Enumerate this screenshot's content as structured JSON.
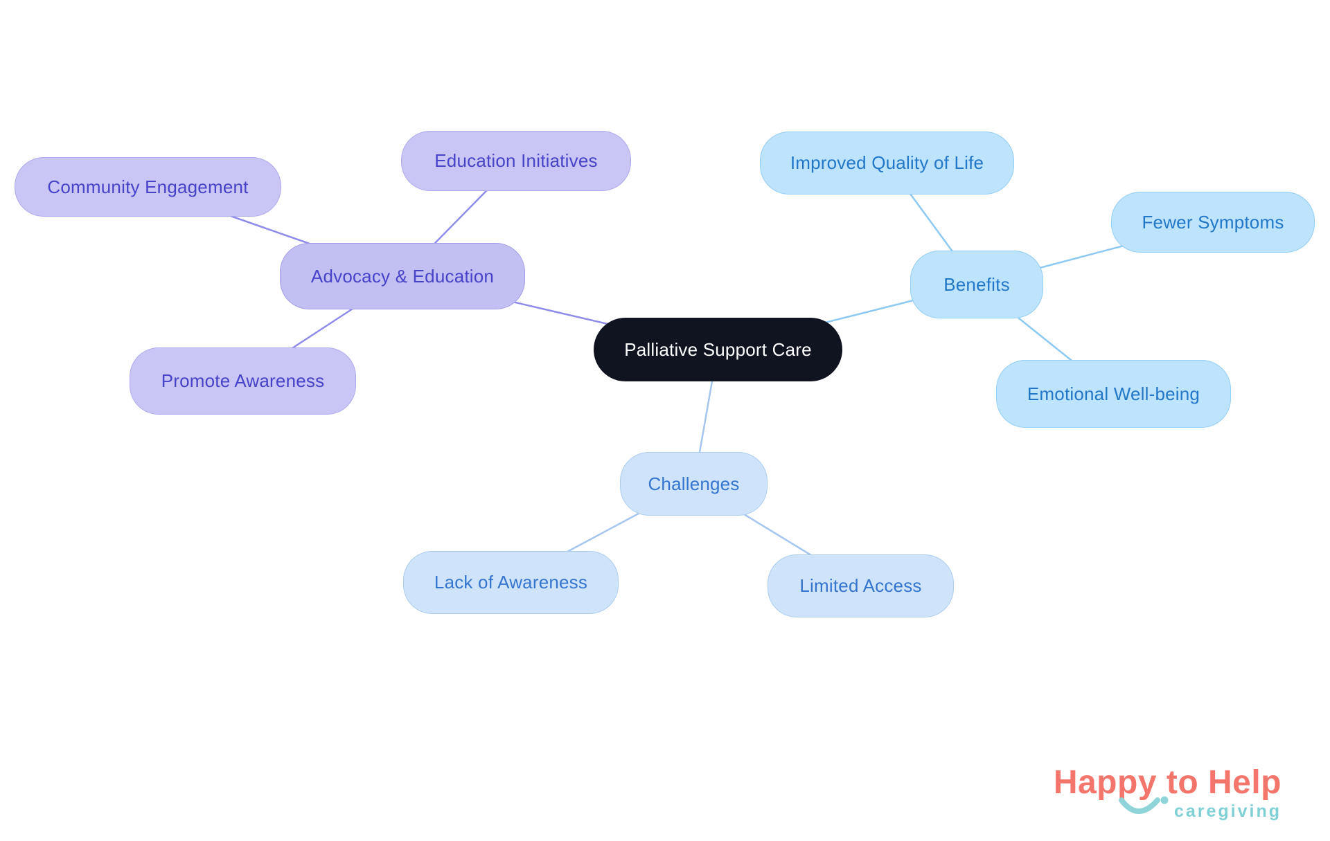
{
  "mindmap": {
    "center_label": "Palliative Support Care",
    "branches": [
      {
        "label": "Advocacy & Education",
        "children": [
          "Community Engagement",
          "Education Initiatives",
          "Promote Awareness"
        ]
      },
      {
        "label": "Benefits",
        "children": [
          "Improved Quality of Life",
          "Fewer Symptoms",
          "Emotional Well-being"
        ]
      },
      {
        "label": "Challenges",
        "children": [
          "Lack of Awareness",
          "Limited Access"
        ]
      }
    ]
  },
  "logo": {
    "wordmark": "Happy to Help",
    "tagline": "caregiving"
  },
  "colors": {
    "center_bg": "#0f1420",
    "center_text": "#ffffff",
    "advocacy_fill": "#c9c6f5",
    "advocacy_border": "#aeaaee",
    "advocacy_text": "#4743c8",
    "advocacy_line": "#8f8bea",
    "benefits_fill": "#bee3fc",
    "benefits_border": "#92cef7",
    "benefits_text": "#2277c8",
    "benefits_line": "#8cc9f3",
    "challenges_fill": "#cfe4fa",
    "challenges_border": "#abcdf1",
    "challenges_text": "#3575cf",
    "challenges_line": "#a5c6ee",
    "logo_primary": "#f4756b",
    "logo_secondary": "#7fd0d4"
  }
}
